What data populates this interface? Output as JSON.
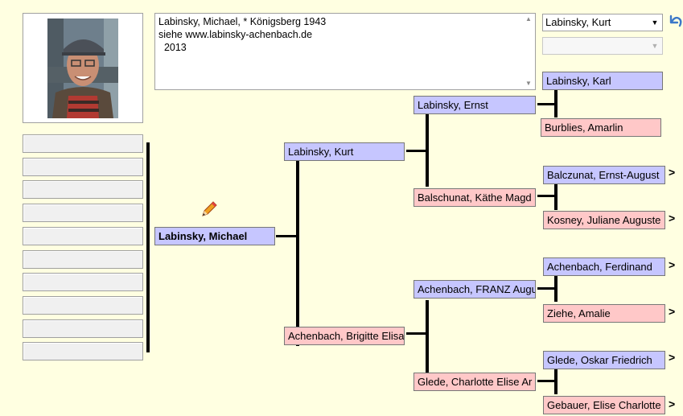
{
  "notes": {
    "lines": [
      "Labinsky, Michael, * Königsberg 1943",
      "siehe www.labinsky-achenbach.de",
      "  2013"
    ]
  },
  "selector": {
    "selected": "Labinsky, Kurt",
    "secondary": ""
  },
  "icons": {
    "undo": "undo-arrow-icon",
    "edit": "pencil-icon",
    "more": "chevron-right-icon",
    "dropdown": "dropdown-arrow-icon"
  },
  "more_symbol": ">",
  "colors": {
    "background": "#ffffe1",
    "male": "#c6c6ff",
    "female": "#ffc8c8",
    "accent": "#3c78c8"
  },
  "tree": {
    "root": {
      "name": "Labinsky, Michael"
    },
    "father": {
      "name": "Labinsky, Kurt"
    },
    "mother": {
      "name": "Achenbach, Brigitte Elisa"
    },
    "pat_grandfather": {
      "name": "Labinsky, Ernst"
    },
    "pat_grandmother": {
      "name": "Balschunat, Käthe Magd"
    },
    "mat_grandfather": {
      "name": "Achenbach, FRANZ Augu"
    },
    "mat_grandmother": {
      "name": "Glede, Charlotte Elise Ar"
    },
    "gg1": {
      "name": "Labinsky, Karl"
    },
    "gg2": {
      "name": "Burblies, Amarlin"
    },
    "gg3": {
      "name": "Balczunat, Ernst-August"
    },
    "gg4": {
      "name": "Kosney, Juliane Auguste"
    },
    "gg5": {
      "name": "Achenbach, Ferdinand"
    },
    "gg6": {
      "name": "Ziehe, Amalie"
    },
    "gg7": {
      "name": "Glede, Oskar Friedrich"
    },
    "gg8": {
      "name": "Gebauer, Elise Charlotte"
    }
  }
}
